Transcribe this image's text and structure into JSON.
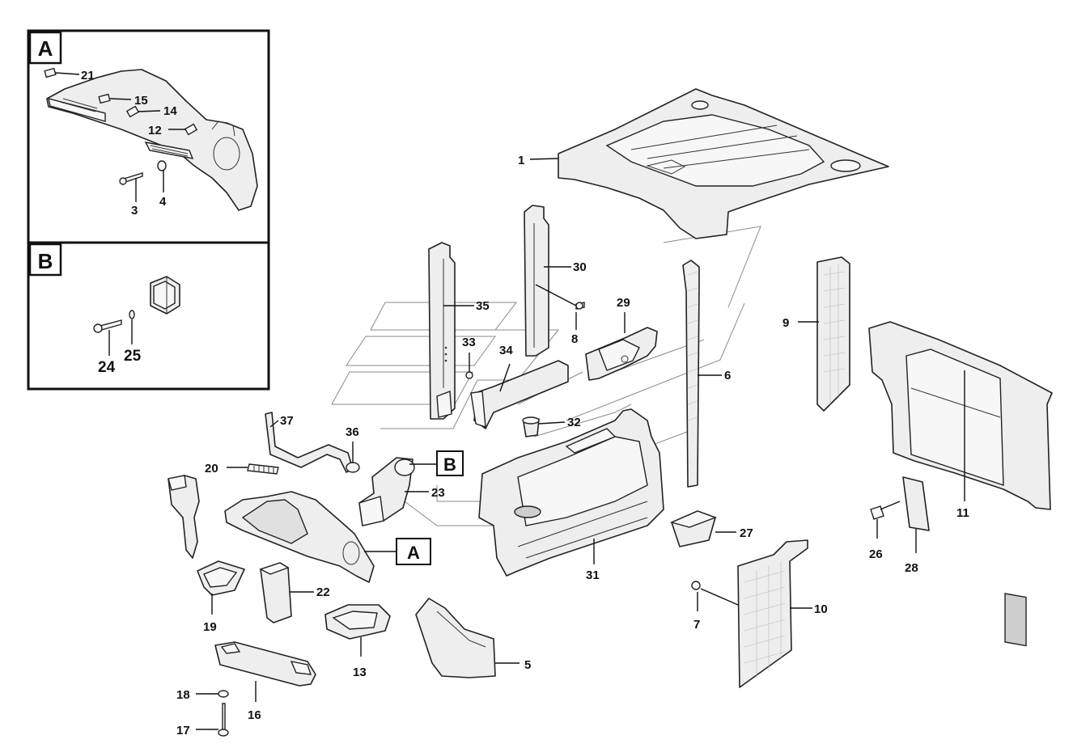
{
  "insets": [
    {
      "id": "A",
      "label": "A",
      "callouts": [
        "21",
        "15",
        "14",
        "12",
        "3",
        "4"
      ]
    },
    {
      "id": "B",
      "label": "B",
      "callouts": [
        "24",
        "25"
      ]
    }
  ],
  "tags": {
    "A": "A",
    "B": "B"
  },
  "callouts": {
    "c1": "1",
    "c3": "3",
    "c4": "4",
    "c5": "5",
    "c6": "6",
    "c7": "7",
    "c8": "8",
    "c9": "9",
    "c10": "10",
    "c11": "11",
    "c12": "12",
    "c13": "13",
    "c14": "14",
    "c15": "15",
    "c16": "16",
    "c17": "17",
    "c18": "18",
    "c19": "19",
    "c20": "20",
    "c21": "21",
    "c22": "22",
    "c23": "23",
    "c24": "24",
    "c25": "25",
    "c26": "26",
    "c27": "27",
    "c28": "28",
    "c29": "29",
    "c30": "30",
    "c31": "31",
    "c32": "32",
    "c33": "33",
    "c34": "34",
    "c35": "35",
    "c36": "36",
    "c37": "37"
  }
}
